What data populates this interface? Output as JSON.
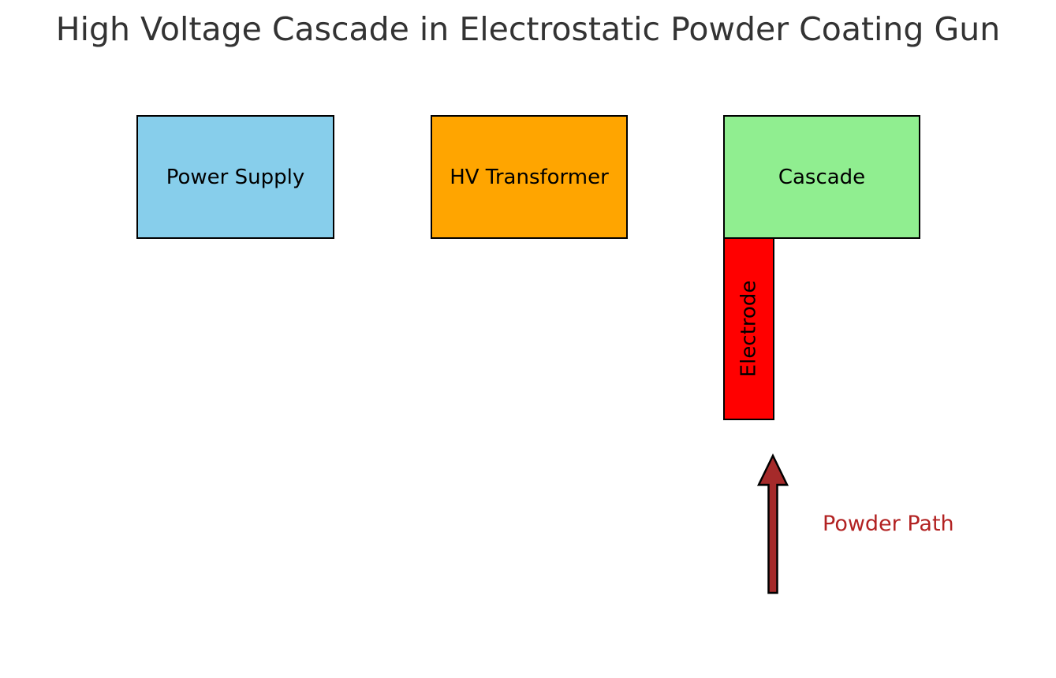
{
  "title": "High Voltage Cascade in Electrostatic Powder Coating Gun",
  "diagram": {
    "blocks": {
      "power_supply": {
        "label": "Power Supply",
        "fill": "#87CEEB"
      },
      "hv_transformer": {
        "label": "HV Transformer",
        "fill": "#FFA500"
      },
      "cascade": {
        "label": "Cascade",
        "fill": "#90EE90"
      },
      "electrode": {
        "label": "Electrode",
        "fill": "#FF0000",
        "text_rotation": "vertical-bottom-to-top"
      }
    },
    "powder_arrow": {
      "label": "Powder Path",
      "direction": "up",
      "fill": "#A52A2A",
      "outline": "#000000",
      "label_color": "#B22222"
    }
  },
  "colors": {
    "background": "#FFFFFF",
    "title_text": "#333333",
    "block_border": "#000000",
    "block_label_text": "#000000"
  }
}
